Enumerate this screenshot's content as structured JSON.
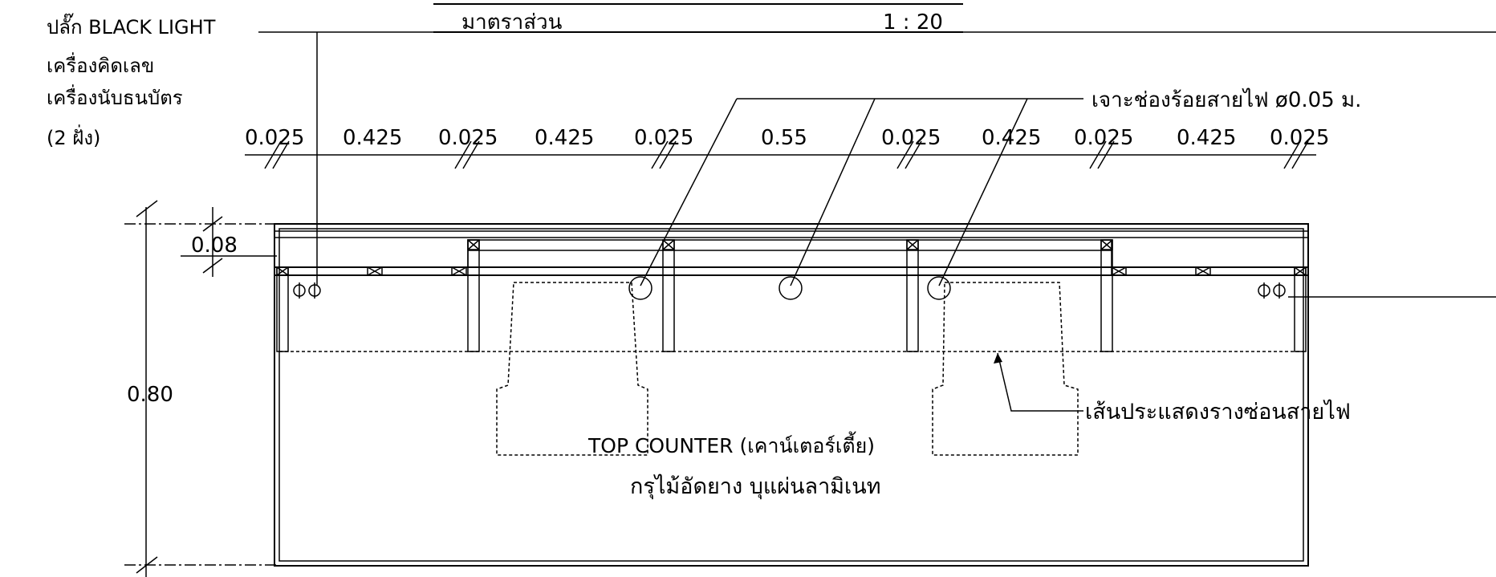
{
  "title_block": {
    "scale_label": "มาตราส่วน",
    "scale_value": "1 : 20"
  },
  "left_notes": {
    "plug_label": "ปลั๊ก BLACK  LIGHT",
    "calculator": "เครื่องคิดเลข",
    "banknote_counter": "เครื่องนับธนบัตร",
    "two_sides": "(2  ฝั่ง)"
  },
  "drill_note": "เจาะช่องร้อยสายไฟ  ø0.05 ม.",
  "dimension_labels": [
    "0.025",
    "0.425",
    "0.025",
    "0.425",
    "0.025",
    "0.55",
    "0.025",
    "0.425",
    "0.025",
    "0.425",
    "0.025"
  ],
  "dim_depth": "0.08",
  "dim_height": "0.80",
  "wire_tray_note": "เส้นประแสดงรางซ่อนสายไฟ",
  "counter_label": "TOP  COUNTER (เคาน์เตอร์เตี้ย)",
  "material_label": "กรุไม้อัดยาง  บุแผ่นลามิเนท"
}
